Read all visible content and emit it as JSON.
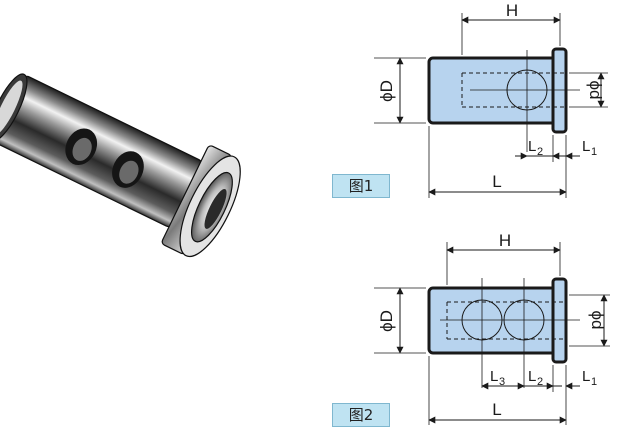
{
  "figure1": {
    "tag": "图1",
    "labels": {
      "H": "H",
      "D": "ϕD",
      "d": "ϕd",
      "L": "L",
      "L1": "L",
      "L1_sub": "1",
      "L2": "L",
      "L2_sub": "2"
    }
  },
  "figure2": {
    "tag": "图2",
    "labels": {
      "H": "H",
      "D": "ϕD",
      "d": "ϕd",
      "L": "L",
      "L1": "L",
      "L1_sub": "1",
      "L2": "L",
      "L2_sub": "2",
      "L3": "L",
      "L3_sub": "3"
    }
  },
  "colors": {
    "body_fill": "#b7d3ee",
    "outline": "#1a1a1a",
    "tag_fill": "#bfe3f2"
  },
  "product_photo": {
    "description_icon": "flanged-bushing-with-cross-holes-icon"
  }
}
